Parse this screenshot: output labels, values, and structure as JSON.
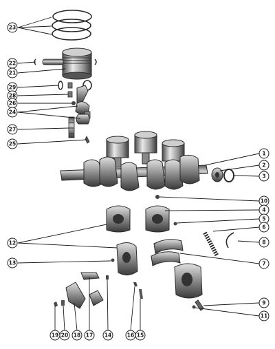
{
  "callouts": {
    "c1": "1",
    "c2": "2",
    "c3": "3",
    "c4": "4",
    "c5": "5",
    "c6": "6",
    "c7": "7",
    "c8": "8",
    "c9": "9",
    "c10": "10",
    "c11": "11",
    "c12": "12",
    "c13": "13",
    "c14": "14",
    "c15": "15",
    "c16": "16",
    "c17": "17",
    "c18": "18",
    "c19": "19",
    "c20": "20",
    "c21": "21",
    "c22": "22",
    "c23": "23",
    "c24": "24",
    "c25": "25",
    "c26": "26",
    "c27": "27",
    "c28": "28",
    "c29": "29"
  },
  "colors": {
    "ink": "#1a1a1a",
    "metal_dark": "#3a3a3a",
    "metal_mid": "#8a8a8a",
    "metal_light": "#d8d8d8"
  }
}
